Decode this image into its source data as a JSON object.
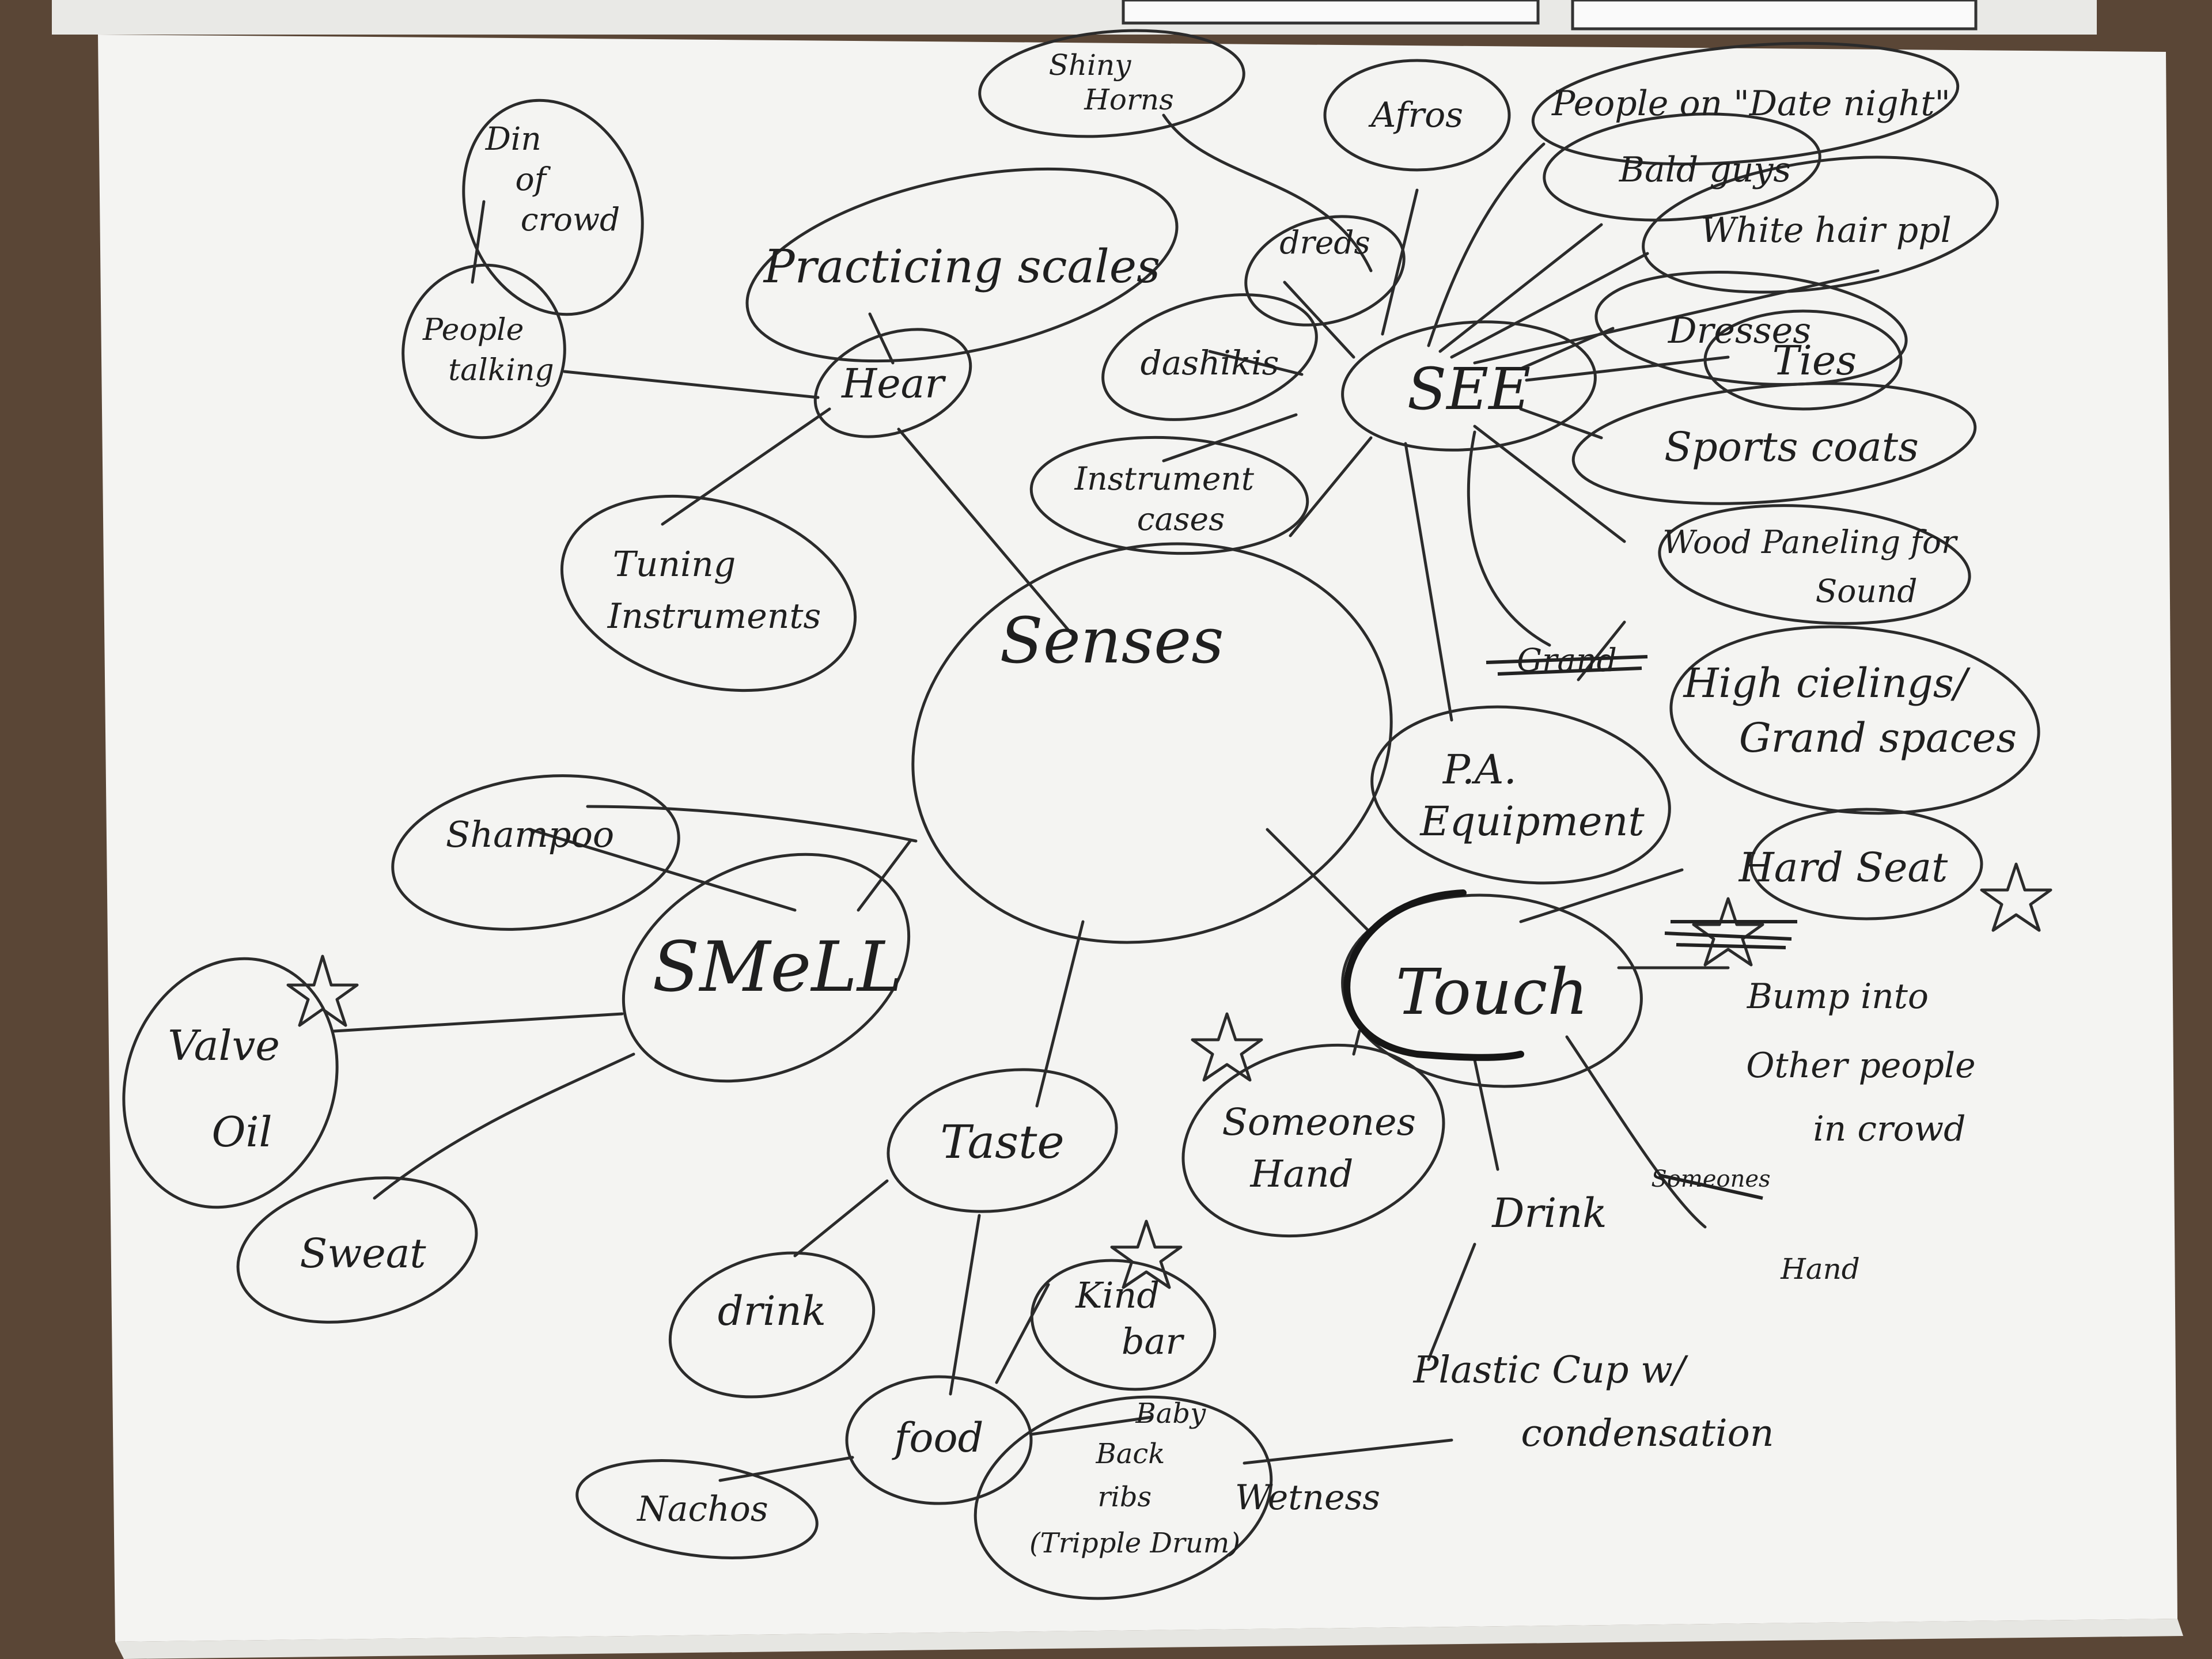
{
  "title": "",
  "colors": {
    "ink": "#1f1f1f",
    "paper": "#f4f4f2",
    "table": "#5a4636"
  },
  "nodes": {
    "senses": "Senses",
    "hear": "Hear",
    "see": "SEE",
    "smell": "SMeLL",
    "taste": "Taste",
    "touch": "Touch",
    "din_of_crowd": [
      "Din",
      "of",
      "crowd"
    ],
    "people_talking": [
      "People",
      "talking"
    ],
    "practicing_scales": "Practicing scales",
    "tuning_instruments": [
      "Tuning",
      "Instruments"
    ],
    "shiny_horns": [
      "Shiny",
      "Horns"
    ],
    "afros": "Afros",
    "people_date_night": "People on \"Date night\"",
    "bald_guys": "Bald guys",
    "white_hair_ppl": "White hair ppl",
    "dreds": "dreds",
    "dashikis": "dashikis",
    "dresses": "Dresses",
    "ties": "Ties",
    "sports_coats": "Sports coats",
    "instrument_cases": [
      "Instrument",
      "cases"
    ],
    "wood_paneling": [
      "Wood Paneling for",
      "Sound"
    ],
    "grand_struck": "Grand",
    "high_ceilings": [
      "High cielings/",
      "Grand spaces"
    ],
    "pa_equipment": [
      "P.A.",
      "Equipment"
    ],
    "hard_seat": "Hard Seat",
    "bump_into": [
      "Bump into",
      "Other people",
      "in crowd"
    ],
    "someones_hand": [
      "Someones",
      "Hand"
    ],
    "drink_touch": "Drink",
    "someones_hand_struck": "Someones",
    "hand_after_strike": "Hand",
    "plastic_cup": [
      "Plastic Cup w/",
      "condensation"
    ],
    "wetness": "Wetness",
    "shampoo": "Shampoo",
    "valve_oil": [
      "Valve",
      "Oil"
    ],
    "sweat": "Sweat",
    "drink_taste": "drink",
    "food": "food",
    "kind_bar": [
      "Kind",
      "bar"
    ],
    "nachos": "Nachos",
    "baby_back_ribs": [
      "Baby",
      "Back",
      "ribs",
      "(Tripple Drum)"
    ]
  }
}
